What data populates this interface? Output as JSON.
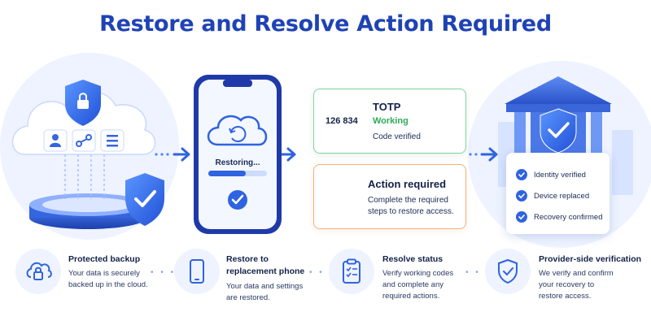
{
  "title": "Restore and Resolve Action Required",
  "phone": {
    "status": "Restoring..."
  },
  "totp_card": {
    "title": "TOTP",
    "code": "126 834",
    "status": "Working",
    "detail": "Code verified"
  },
  "action_card": {
    "title": "Action required",
    "detail_line1": "Complete the required",
    "detail_line2": "steps to restore access."
  },
  "checklist": {
    "items": [
      "Identity verified",
      "Device replaced",
      "Recovery confirmed"
    ]
  },
  "features": [
    {
      "title_line1": "Protected backup",
      "title_line2": "",
      "desc_line1": "Your data is securely",
      "desc_line2": "backed up in the cloud.",
      "desc_line3": "",
      "icon": "cloud-lock-icon"
    },
    {
      "title_line1": "Restore to",
      "title_line2": "replacement phone",
      "desc_line1": "Your data and settings",
      "desc_line2": "are restored.",
      "desc_line3": "",
      "icon": "phone-icon"
    },
    {
      "title_line1": "Resolve status",
      "title_line2": "",
      "desc_line1": "Verify working codes",
      "desc_line2": "and complete any",
      "desc_line3": "required actions.",
      "icon": "clipboard-checklist-icon"
    },
    {
      "title_line1": "Provider-side verification",
      "title_line2": "",
      "desc_line1": "We verify and confirm",
      "desc_line2": "your recovery to",
      "desc_line3": "restore access.",
      "icon": "shield-check-icon"
    }
  ],
  "colors": {
    "primary": "#2f63e0",
    "title": "#1f43b5",
    "success": "#3cc46a",
    "warning": "#f07a2a"
  }
}
